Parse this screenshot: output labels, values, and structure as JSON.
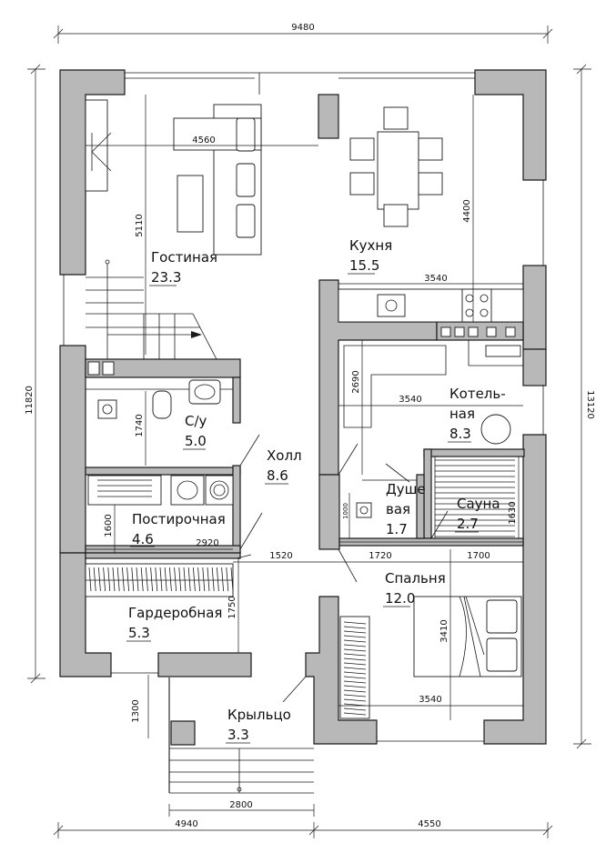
{
  "rooms": {
    "living": {
      "name": "Гостиная",
      "area": "23.3"
    },
    "kitchen": {
      "name": "Кухня",
      "area": "15.5"
    },
    "bath": {
      "name": "С/у",
      "area": "5.0"
    },
    "hall": {
      "name": "Холл",
      "area": "8.6"
    },
    "boiler": {
      "name1": "Котель-",
      "name2": "ная",
      "area": "8.3"
    },
    "laundry": {
      "name": "Постирочная",
      "area": "4.6"
    },
    "shower": {
      "name1": "Душе",
      "name2": "вая",
      "area": "1.7"
    },
    "sauna": {
      "name": "Сауна",
      "area": "2.7"
    },
    "bedroom": {
      "name": "Спальня",
      "area": "12.0"
    },
    "wardrobe": {
      "name": "Гардеробная",
      "area": "5.3"
    },
    "porch": {
      "name": "Крыльцо",
      "area": "3.3"
    }
  },
  "dimensions": {
    "total_width": "9480",
    "left_height": "11820",
    "right_height": "13120",
    "bottom_left": "4940",
    "bottom_right": "4550",
    "living_w": "4560",
    "living_h": "5110",
    "kitchen_h": "4400",
    "kitchen_w": "3540",
    "boiler_h": "2690",
    "boiler_w": "3540",
    "bath_h": "1740",
    "laundry_h": "1600",
    "laundry_w": "2920",
    "hall_w": "1520",
    "shower_w": "1720",
    "sauna_w": "1700",
    "sauna_h": "1630",
    "shower_h": "1000",
    "wardrobe_h": "1750",
    "bedroom_h": "3410",
    "bedroom_w": "3540",
    "porch_h": "1300",
    "porch_w": "2800"
  },
  "colors": {
    "wall": "#b8b8b8",
    "line": "#1a1a1a"
  }
}
